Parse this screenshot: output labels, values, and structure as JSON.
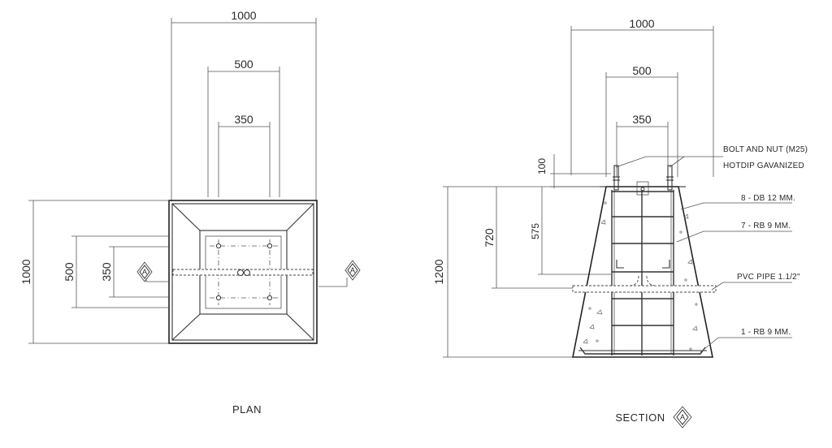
{
  "plan": {
    "dims": {
      "top_1000": "1000",
      "top_500": "500",
      "top_350": "350",
      "left_1000": "1000",
      "left_500": "500",
      "left_350": "350"
    },
    "section_marker_left": "A",
    "section_marker_right": "A",
    "title": "PLAN"
  },
  "section": {
    "dims": {
      "top_1000": "1000",
      "top_500": "500",
      "top_350": "350",
      "left_100": "100",
      "left_575": "575",
      "left_720": "720",
      "left_1200": "1200"
    },
    "notes": {
      "bolt_line1": "BOLT AND NUT (M25)",
      "bolt_line2": "HOTDIP GAVANIZED",
      "db12": "8 - DB 12 MM.",
      "rb9_7": "7 - RB 9 MM.",
      "pvc": "PVC PIPE 1.1/2\"",
      "rb9_1": "1 - RB 9 MM."
    },
    "title": "SECTION",
    "title_marker": "A"
  }
}
